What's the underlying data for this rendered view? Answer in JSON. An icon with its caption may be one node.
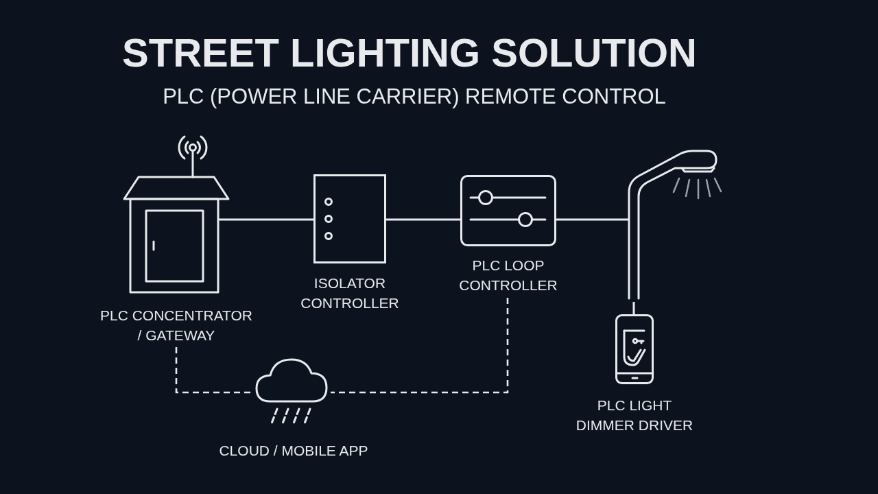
{
  "diagram": {
    "title": "STREET LIGHTING SOLUTION",
    "nodes": [
      {
        "text": [
          "PLC CONCENTRATOR / GATEWAY"
        ]
      },
      {
        "text": [
          "ISOLATOR CONTROLLER"
        ]
      },
      {
        "text": [
          "PLC LOOP CONTROLLER"
        ]
      },
      {
        "text": [],
        "shape": "picture"
      },
      {
        "text": [
          "PLC LIGHT DIMMER DRIVER"
        ]
      },
      {
        "text": [
          "CLOUD / MOBILE APP"
        ]
      }
    ],
    "edges": [
      {
        "from": 0,
        "to": 1,
        "arrow": "none"
      },
      {
        "from": 1,
        "to": 2,
        "arrow": "none"
      },
      {
        "from": 2,
        "to": 3,
        "arrow": "none"
      },
      {
        "from": 3,
        "to": 4,
        "arrow": "none"
      },
      {
        "from": 0,
        "to": 5,
        "arrow": "none",
        "style": "dashed"
      },
      {
        "from": 2,
        "to": 5,
        "arrow": "none",
        "style": "dashed"
      }
    ],
    "labels": [
      "PLC (POWER LINE CARRIER) REMOTE CONTROL"
    ]
  }
}
